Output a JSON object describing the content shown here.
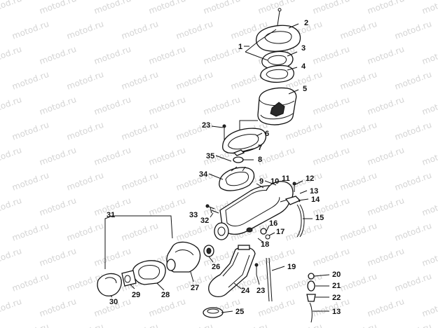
{
  "watermark": "motod.ru",
  "callouts": [
    {
      "id": "c1",
      "label": "1"
    },
    {
      "id": "c2",
      "label": "2"
    },
    {
      "id": "c3",
      "label": "3"
    },
    {
      "id": "c4",
      "label": "4"
    },
    {
      "id": "c5",
      "label": "5"
    },
    {
      "id": "c6",
      "label": "6"
    },
    {
      "id": "c7",
      "label": "7"
    },
    {
      "id": "c8",
      "label": "8"
    },
    {
      "id": "c9",
      "label": "9"
    },
    {
      "id": "c10",
      "label": "10"
    },
    {
      "id": "c11",
      "label": "11"
    },
    {
      "id": "c12",
      "label": "12"
    },
    {
      "id": "c13a",
      "label": "13"
    },
    {
      "id": "c14",
      "label": "14"
    },
    {
      "id": "c15",
      "label": "15"
    },
    {
      "id": "c16",
      "label": "16"
    },
    {
      "id": "c17",
      "label": "17"
    },
    {
      "id": "c18",
      "label": "18"
    },
    {
      "id": "c19",
      "label": "19"
    },
    {
      "id": "c20",
      "label": "20"
    },
    {
      "id": "c21",
      "label": "21"
    },
    {
      "id": "c22",
      "label": "22"
    },
    {
      "id": "c13b",
      "label": "13"
    },
    {
      "id": "c23a",
      "label": "23"
    },
    {
      "id": "c23b",
      "label": "23"
    },
    {
      "id": "c24",
      "label": "24"
    },
    {
      "id": "c25",
      "label": "25"
    },
    {
      "id": "c26",
      "label": "26"
    },
    {
      "id": "c27",
      "label": "27"
    },
    {
      "id": "c28",
      "label": "28"
    },
    {
      "id": "c29",
      "label": "29"
    },
    {
      "id": "c30",
      "label": "30"
    },
    {
      "id": "c31",
      "label": "31"
    },
    {
      "id": "c32",
      "label": "32"
    },
    {
      "id": "c33",
      "label": "33"
    },
    {
      "id": "c34",
      "label": "34"
    },
    {
      "id": "c35",
      "label": "35"
    }
  ]
}
